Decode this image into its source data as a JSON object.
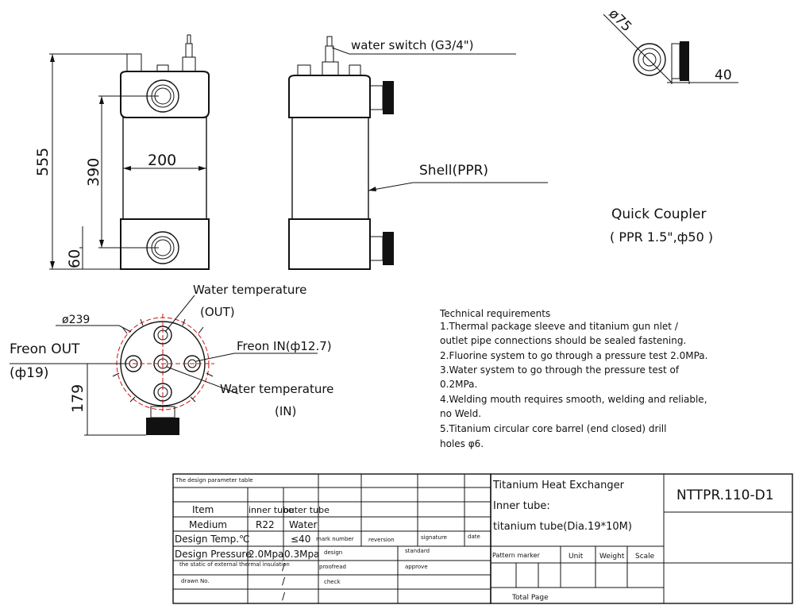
{
  "labels": {
    "dim_555": "555",
    "dim_390": "390",
    "dim_200": "200",
    "dim_60": "60",
    "dim_179": "179",
    "dim_40": "40",
    "dim_75": "ø75",
    "dim_239": "ø239",
    "water_switch": "water switch (G3/4\")",
    "shell": "Shell(PPR)",
    "quick_coupler_1": "Quick Coupler",
    "quick_coupler_2": "( PPR 1.5\",ф50 )",
    "water_temp_out_1": "Water temperature",
    "water_temp_out_2": "(OUT)",
    "freon_out_1": "Freon OUT",
    "freon_out_2": "(ф19)",
    "freon_in": "Freon IN(ф12.7)",
    "water_temp_in_1": "Water temperature",
    "water_temp_in_2": "(IN)"
  },
  "tech": {
    "title": "Technical requirements",
    "lines": [
      "1.Thermal package sleeve and titanium gun nlet /",
      "  outlet pipe connections should be sealed fastening.",
      "2.Fluorine system to go through a pressure test 2.0MPa.",
      "3.Water system to go through the pressure test of",
      "  0.2MPa.",
      "4.Welding mouth requires smooth, welding and reliable,",
      "  no Weld.",
      "5.Titanium circular core barrel (end closed) drill",
      "  holes φ6."
    ]
  },
  "table": {
    "caption": "The design parameter table",
    "item": "Item",
    "inner_tube": "inner tube",
    "outer_tube": "outer tube",
    "medium": "Medium",
    "r22": "R22",
    "water": "Water",
    "design_temp": "Design Temp.℃",
    "temp_val": "≤40",
    "design_pressure": "Design Pressure",
    "p_inner": "2.0Mpa",
    "p_outer": "0.3Mpa",
    "insulation": "the static of external thermal insulation",
    "drawn": "drawn No.",
    "slash": "/",
    "mark_number": "mark number",
    "reversion": "reversion",
    "signature": "signature",
    "date": "date",
    "design": "design",
    "standard": "standard",
    "proofread": "proofread",
    "approve": "approve",
    "check": "check"
  },
  "title_block": {
    "line1": "Titanium Heat Exchanger",
    "line2": "Inner tube:",
    "line3": "titanium tube(Dia.19*10M)",
    "code": "NTTPR.110-D1",
    "pattern_marker": "Pattern marker",
    "unit": "Unit",
    "weight": "Weight",
    "scale": "Scale",
    "total_page": "Total  Page"
  }
}
